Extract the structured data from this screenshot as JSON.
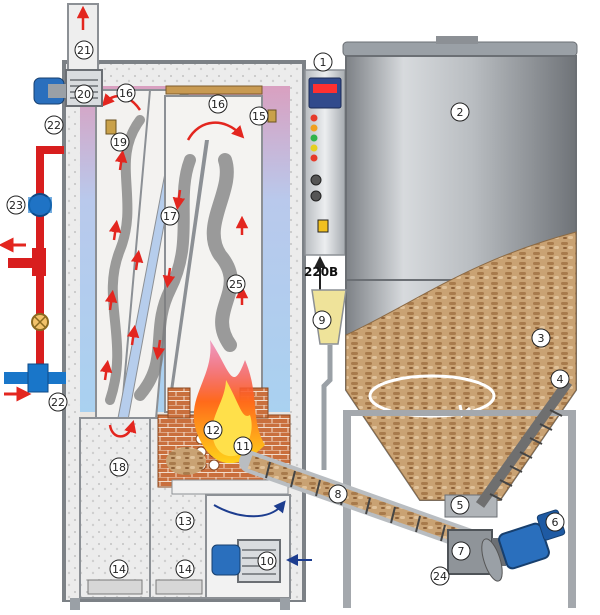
{
  "diagram": {
    "voltage_label": "220В",
    "numbers": [
      "1",
      "2",
      "3",
      "4",
      "5",
      "6",
      "7",
      "8",
      "9",
      "10",
      "11",
      "12",
      "13",
      "14",
      "14",
      "15",
      "16",
      "16",
      "17",
      "18",
      "19",
      "20",
      "21",
      "22",
      "22",
      "23",
      "24",
      "25"
    ],
    "colors": {
      "steel": "#8f9499",
      "steel_dark": "#5c6166",
      "insulation": "#e6e0d8",
      "water_cold": "#a9cdee",
      "water_hot": "#e8a7b8",
      "pipe_red": "#d81e1e",
      "pipe_blue": "#1976c9",
      "brick": "#c46a3a",
      "flame": "#ff7a1a",
      "smoke": "#8a8a8a",
      "pellets": "#c8a070",
      "motor_blue": "#2a6fbd",
      "arrow_red": "#e3261f"
    }
  }
}
